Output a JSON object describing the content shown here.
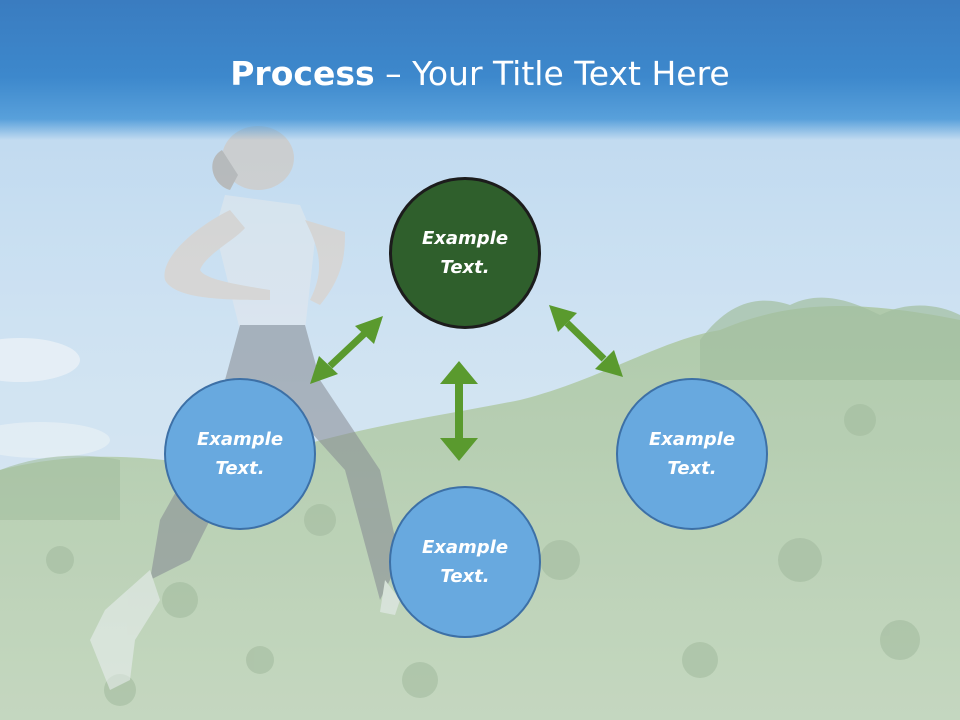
{
  "slide": {
    "title_bold": "Process",
    "title_rest": " – Your Title Text Here"
  },
  "nodes": {
    "top": {
      "line1": "Example",
      "line2": "Text."
    },
    "left": {
      "line1": "Example",
      "line2": "Text."
    },
    "bottom": {
      "line1": "Example",
      "line2": "Text."
    },
    "right": {
      "line1": "Example",
      "line2": "Text."
    }
  },
  "colors": {
    "title_bar": "#3d88cc",
    "node_blue": "#68a9df",
    "node_blue_border": "#3d70a6",
    "node_green": "#2f5f2c",
    "arrow_green": "#5a9a2e"
  }
}
